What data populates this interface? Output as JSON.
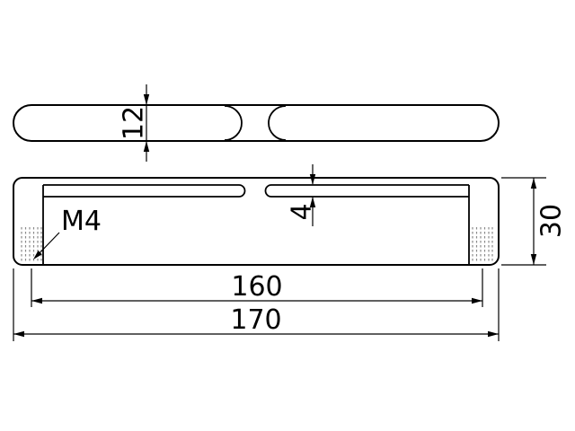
{
  "drawing": {
    "background_color": "#ffffff",
    "line_color": "#000000",
    "hatch_color": "#8a8a8a"
  },
  "labels": {
    "depth": "12",
    "slot_height": "4",
    "thread": "M4",
    "hole_spacing": "160",
    "overall_length": "170",
    "height": "30"
  }
}
